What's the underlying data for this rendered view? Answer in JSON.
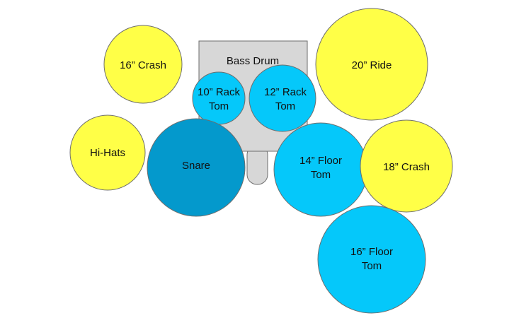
{
  "colors": {
    "cymbal": "#ffff47",
    "tom": "#05c8fa",
    "snare": "#0499cc",
    "bass_drum": "#d7d7d7",
    "outline": "#6e6e6e",
    "background": "#ffffff"
  },
  "pieces": {
    "bass_drum": {
      "label": "Bass Drum",
      "kind": "bass_drum"
    },
    "crash_16": {
      "label": "16” Crash",
      "kind": "cymbal"
    },
    "ride_20": {
      "label": "20” Ride",
      "kind": "cymbal"
    },
    "hi_hats": {
      "label": "Hi-Hats",
      "kind": "cymbal"
    },
    "crash_18": {
      "label": "18” Crash",
      "kind": "cymbal"
    },
    "rack_tom_10": {
      "label_line1": "10” Rack",
      "label_line2": "Tom",
      "kind": "tom"
    },
    "rack_tom_12": {
      "label_line1": "12” Rack",
      "label_line2": "Tom",
      "kind": "tom"
    },
    "snare": {
      "label": "Snare",
      "kind": "snare"
    },
    "floor_tom_14": {
      "label_line1": "14” Floor",
      "label_line2": "Tom",
      "kind": "tom"
    },
    "floor_tom_16": {
      "label_line1": "16” Floor",
      "label_line2": "Tom",
      "kind": "tom"
    }
  }
}
